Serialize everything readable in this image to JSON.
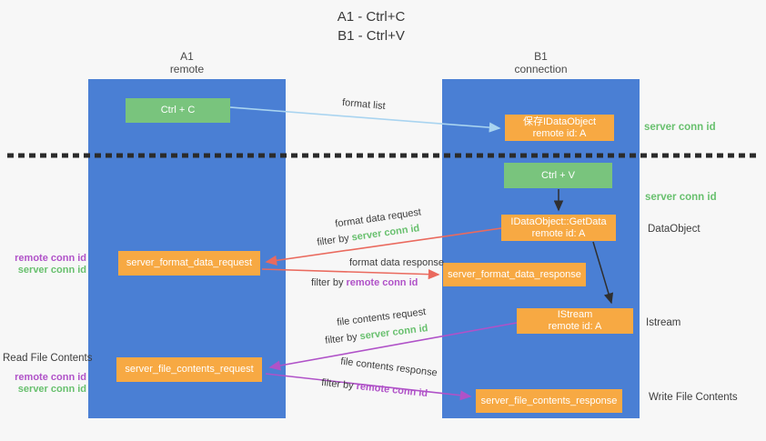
{
  "title": {
    "line1": "A1 - Ctrl+C",
    "line2": "B1 - Ctrl+V"
  },
  "lifelines": {
    "a": {
      "id": "A1",
      "role": "remote"
    },
    "b": {
      "id": "B1",
      "role": "connection"
    }
  },
  "nodes": {
    "ctrl_c": {
      "label": "Ctrl + C"
    },
    "save_idataobject": {
      "line1": "保存IDataObject",
      "line2": "remote id: A"
    },
    "ctrl_v": {
      "label": "Ctrl + V"
    },
    "getdata": {
      "line1": "IDataObject::GetData",
      "line2": "remote id: A"
    },
    "format_request": {
      "label": "server_format_data_request"
    },
    "format_response": {
      "label": "server_format_data_response"
    },
    "istream": {
      "line1": "IStream",
      "line2": "remote id: A"
    },
    "file_request": {
      "label": "server_file_contents_request"
    },
    "file_response": {
      "label": "server_file_contents_response"
    }
  },
  "arrow_labels": {
    "format_list": "format list",
    "format_data_request": "format data request",
    "format_data_response": "format data response",
    "file_contents_request": "file contents request",
    "file_contents_response": "file contents response",
    "filter_by": "filter by ",
    "server_conn_id": "server conn id",
    "remote_conn_id": "remote conn id"
  },
  "side_labels": {
    "server_conn_id_top": "server conn id",
    "server_conn_id_mid": "server conn id",
    "dataobject": "DataObject",
    "istream": "Istream",
    "read_file_contents": "Read File Contents",
    "write_file_contents": "Write File Contents",
    "remote_conn_id": "remote conn id",
    "server_conn_id": "server conn id"
  },
  "colors": {
    "background": "#f7f7f7",
    "column_blue": "#4a7fd4",
    "node_green": "#79c47d",
    "node_orange": "#f7a943",
    "green_text": "#68c06e",
    "purple_text": "#b052c8",
    "red_arrow": "#ea6a5e",
    "purple_arrow": "#b052c8",
    "blue_arrow": "#a9d4f0",
    "black_arrow": "#2f2f2f"
  }
}
